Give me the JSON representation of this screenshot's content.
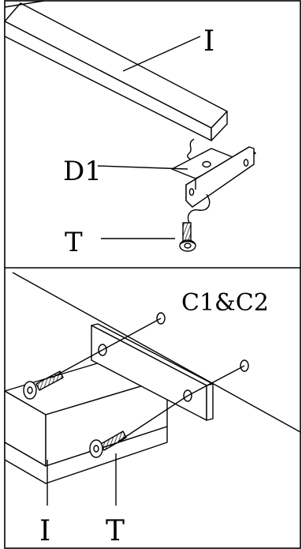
{
  "panels": {
    "top": {
      "labels": {
        "part_i": "I",
        "bracket": "D1",
        "screw": "T"
      }
    },
    "bottom": {
      "labels": {
        "plates": "C1&C2",
        "part_i": "I",
        "screw": "T"
      }
    }
  }
}
